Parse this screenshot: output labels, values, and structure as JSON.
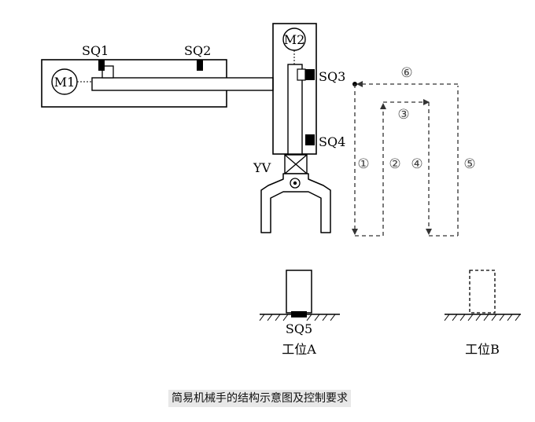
{
  "labels": {
    "m1": "M1",
    "m2": "M2",
    "sq1": "SQ1",
    "sq2": "SQ2",
    "sq3": "SQ3",
    "sq4": "SQ4",
    "sq5": "SQ5",
    "yv": "YV",
    "station_a": "工位A",
    "station_b": "工位B"
  },
  "path_steps": [
    "①",
    "②",
    "③",
    "④",
    "⑤",
    "⑥"
  ],
  "caption": "简易机械手的结构示意图及控制要求"
}
